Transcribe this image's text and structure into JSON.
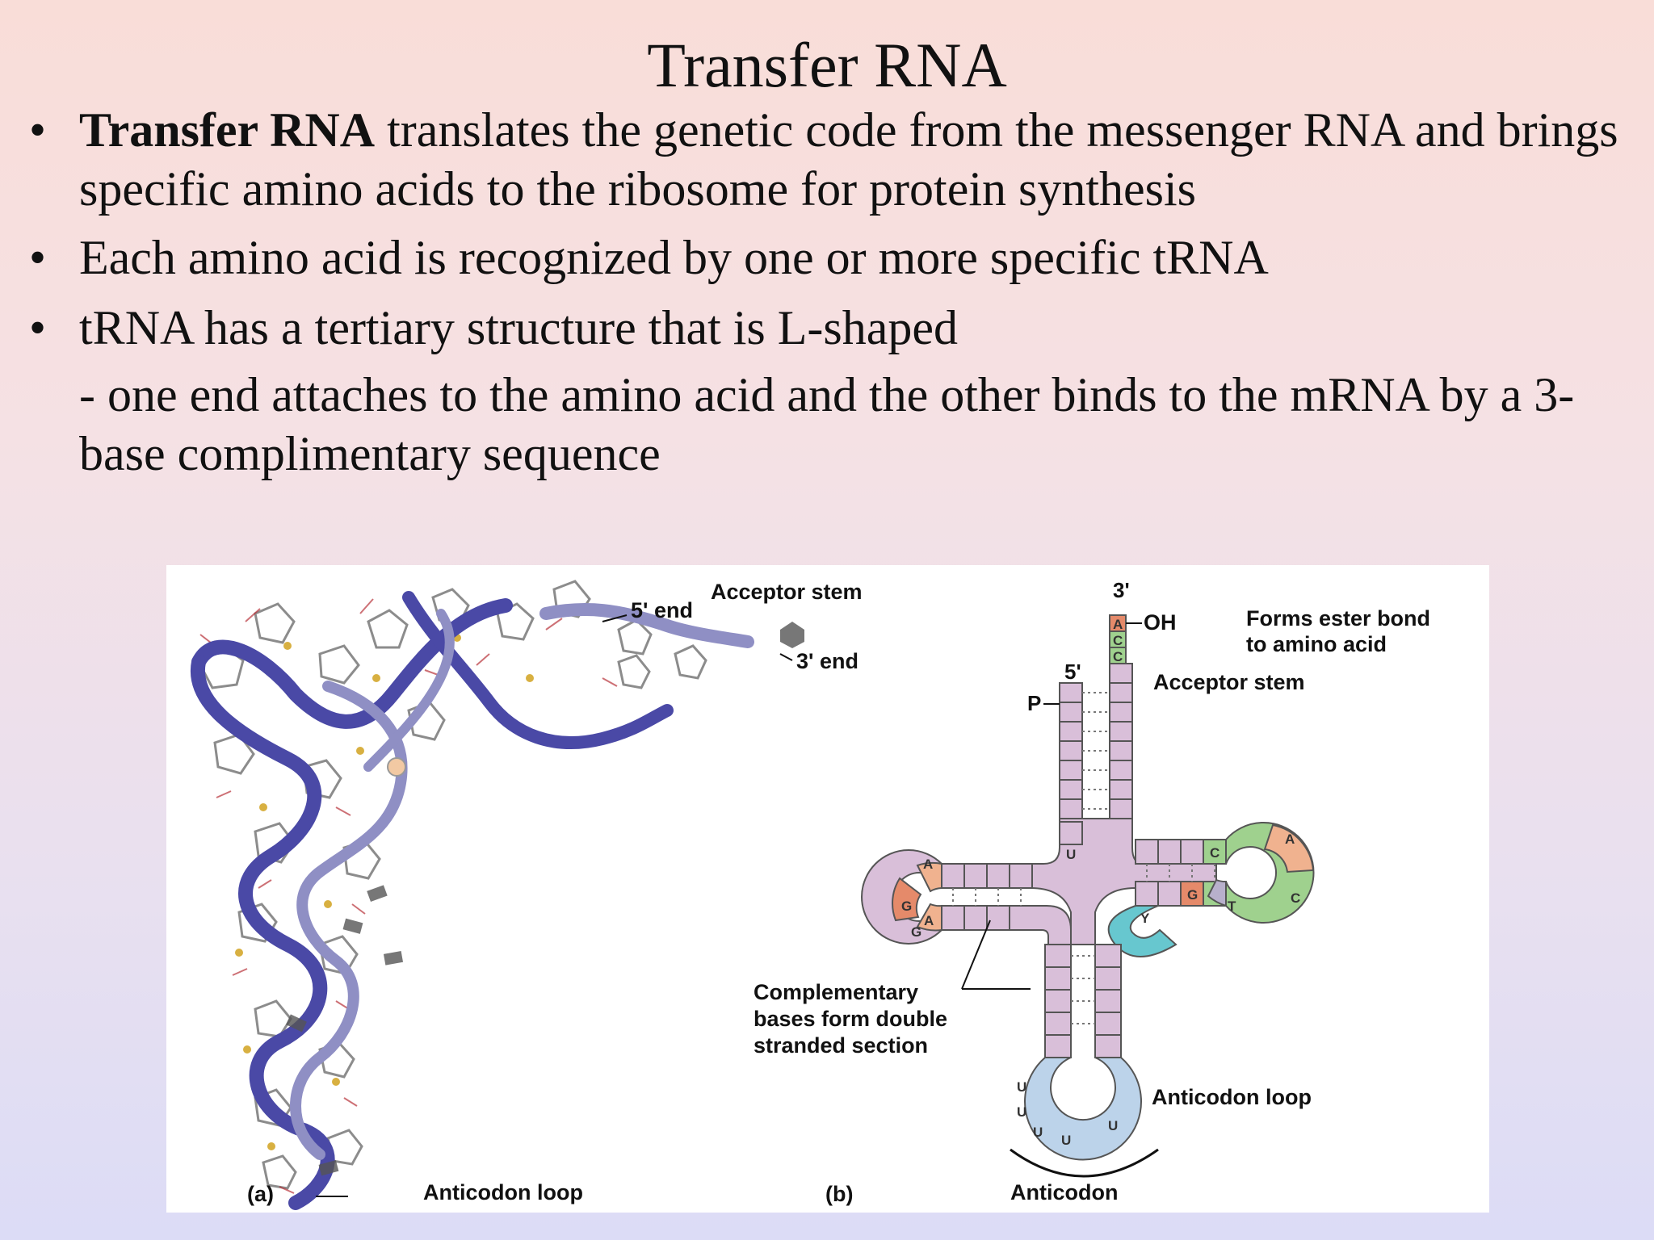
{
  "slide": {
    "title": "Transfer RNA",
    "bullets": [
      {
        "bold": "Transfer RNA",
        "text": " translates the genetic code from the messenger RNA and brings specific amino acids to the ribosome for protein synthesis"
      },
      {
        "text": "Each amino acid is recognized by one or more specific tRNA"
      },
      {
        "text": "tRNA has a tertiary structure that is L-shaped"
      }
    ],
    "subpoint": "- one end attaches to the amino acid and the other binds to the mRNA by a 3-base complimentary sequence"
  },
  "figure": {
    "panel_a": {
      "label": "(a)",
      "five_end": "5' end",
      "three_end": "3' end",
      "acceptor_stem": "Acceptor stem",
      "anticodon_loop": "Anticodon loop"
    },
    "panel_b": {
      "label": "(b)",
      "three_prime": "3'",
      "five_prime": "5'",
      "p": "P",
      "oh": "OH",
      "ester_line1": "Forms ester bond",
      "ester_line2": "to amino acid",
      "acceptor_stem": "Acceptor stem",
      "comp_line1": "Complementary",
      "comp_line2": "bases form double",
      "comp_line3": "stranded section",
      "anticodon_loop": "Anticodon loop",
      "anticodon": "Anticodon",
      "bases": {
        "acc1": "A",
        "acc2": "C",
        "acc3": "C",
        "u_stem": "U",
        "left_a1": "A",
        "left_a2": "A",
        "left_g1": "G",
        "left_g2": "G",
        "right_c1": "C",
        "right_a": "A",
        "right_c2": "C",
        "right_t": "T",
        "right_g": "G",
        "y": "Y",
        "u1": "U",
        "u2": "U",
        "u3": "U",
        "u4": "U",
        "u5": "U"
      }
    }
  }
}
